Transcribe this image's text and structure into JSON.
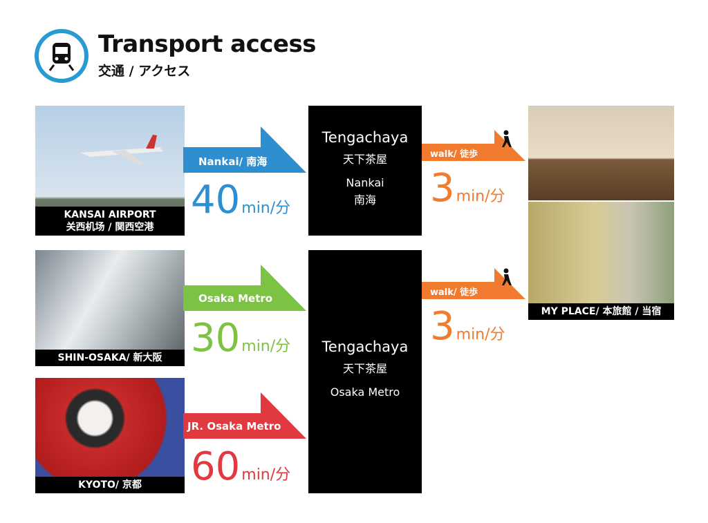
{
  "header": {
    "title": "Transport access",
    "subtitle": "交通 / アクセス",
    "icon": "train-icon"
  },
  "colors": {
    "blue": "#2e8fd0",
    "green": "#7cc243",
    "red": "#e0393f",
    "orange": "#f07b2f",
    "icon_ring": "#2a9bd2"
  },
  "origins": [
    {
      "caption_line1": "KANSAI AIRPORT",
      "caption_line2": "关西机场 / 関西空港",
      "route": "Nankai/ 南海",
      "minutes": "40",
      "unit": "min/分"
    },
    {
      "caption_line1": "SHIN-OSAKA/ 新大阪",
      "route": "Osaka Metro",
      "minutes": "30",
      "unit": "min/分"
    },
    {
      "caption_line1": "KYOTO/ 京都",
      "route": "JR. Osaka Metro",
      "minutes": "60",
      "unit": "min/分"
    }
  ],
  "stations": [
    {
      "name": "Tengachaya",
      "name_jp": "天下茶屋",
      "line": "Nankai",
      "line_jp": "南海"
    },
    {
      "name": "Tengachaya",
      "name_jp": "天下茶屋",
      "line": "Osaka Metro"
    }
  ],
  "walks": [
    {
      "label": "walk/ 徒歩",
      "minutes": "3",
      "unit": "min/分"
    },
    {
      "label": "walk/ 徒歩",
      "minutes": "3",
      "unit": "min/分"
    }
  ],
  "destination": {
    "caption": "MY PLACE/ 本旅館 / 当宿"
  }
}
